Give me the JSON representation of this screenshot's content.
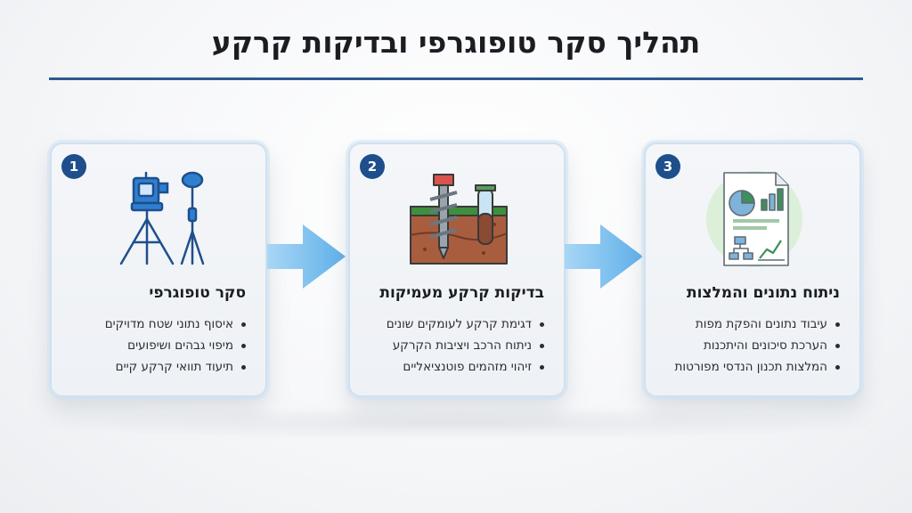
{
  "title": "תהליך סקר טופוגרפי ובדיקות קרקע",
  "colors": {
    "accent": "#2b5a8f",
    "badge": "#1e4f8c",
    "arrow": "#7cc0ee",
    "icon_blue": "#2f7fd1"
  },
  "steps": [
    {
      "number": "1",
      "icon": "surveying-equipment-icon",
      "title": "סקר טופוגרפי",
      "bullets": [
        "איסוף נתוני שטח מדויקים",
        "מיפוי גבהים ושיפועים",
        "תיעוד תוואי קרקע קיים"
      ]
    },
    {
      "number": "2",
      "icon": "soil-drill-icon",
      "title": "בדיקות קרקע מעמיקות",
      "bullets": [
        "דגימת קרקע לעומקים שונים",
        "ניתוח הרכב ויציבות הקרקע",
        "זיהוי מזהמים פוטנציאליים"
      ]
    },
    {
      "number": "3",
      "icon": "data-report-icon",
      "title": "ניתוח נתונים והמלצות",
      "bullets": [
        "עיבוד נתונים והפקת מפות",
        "הערכת סיכונים והיתכנות",
        "המלצות תכנון הנדסי מפורטות"
      ]
    }
  ]
}
